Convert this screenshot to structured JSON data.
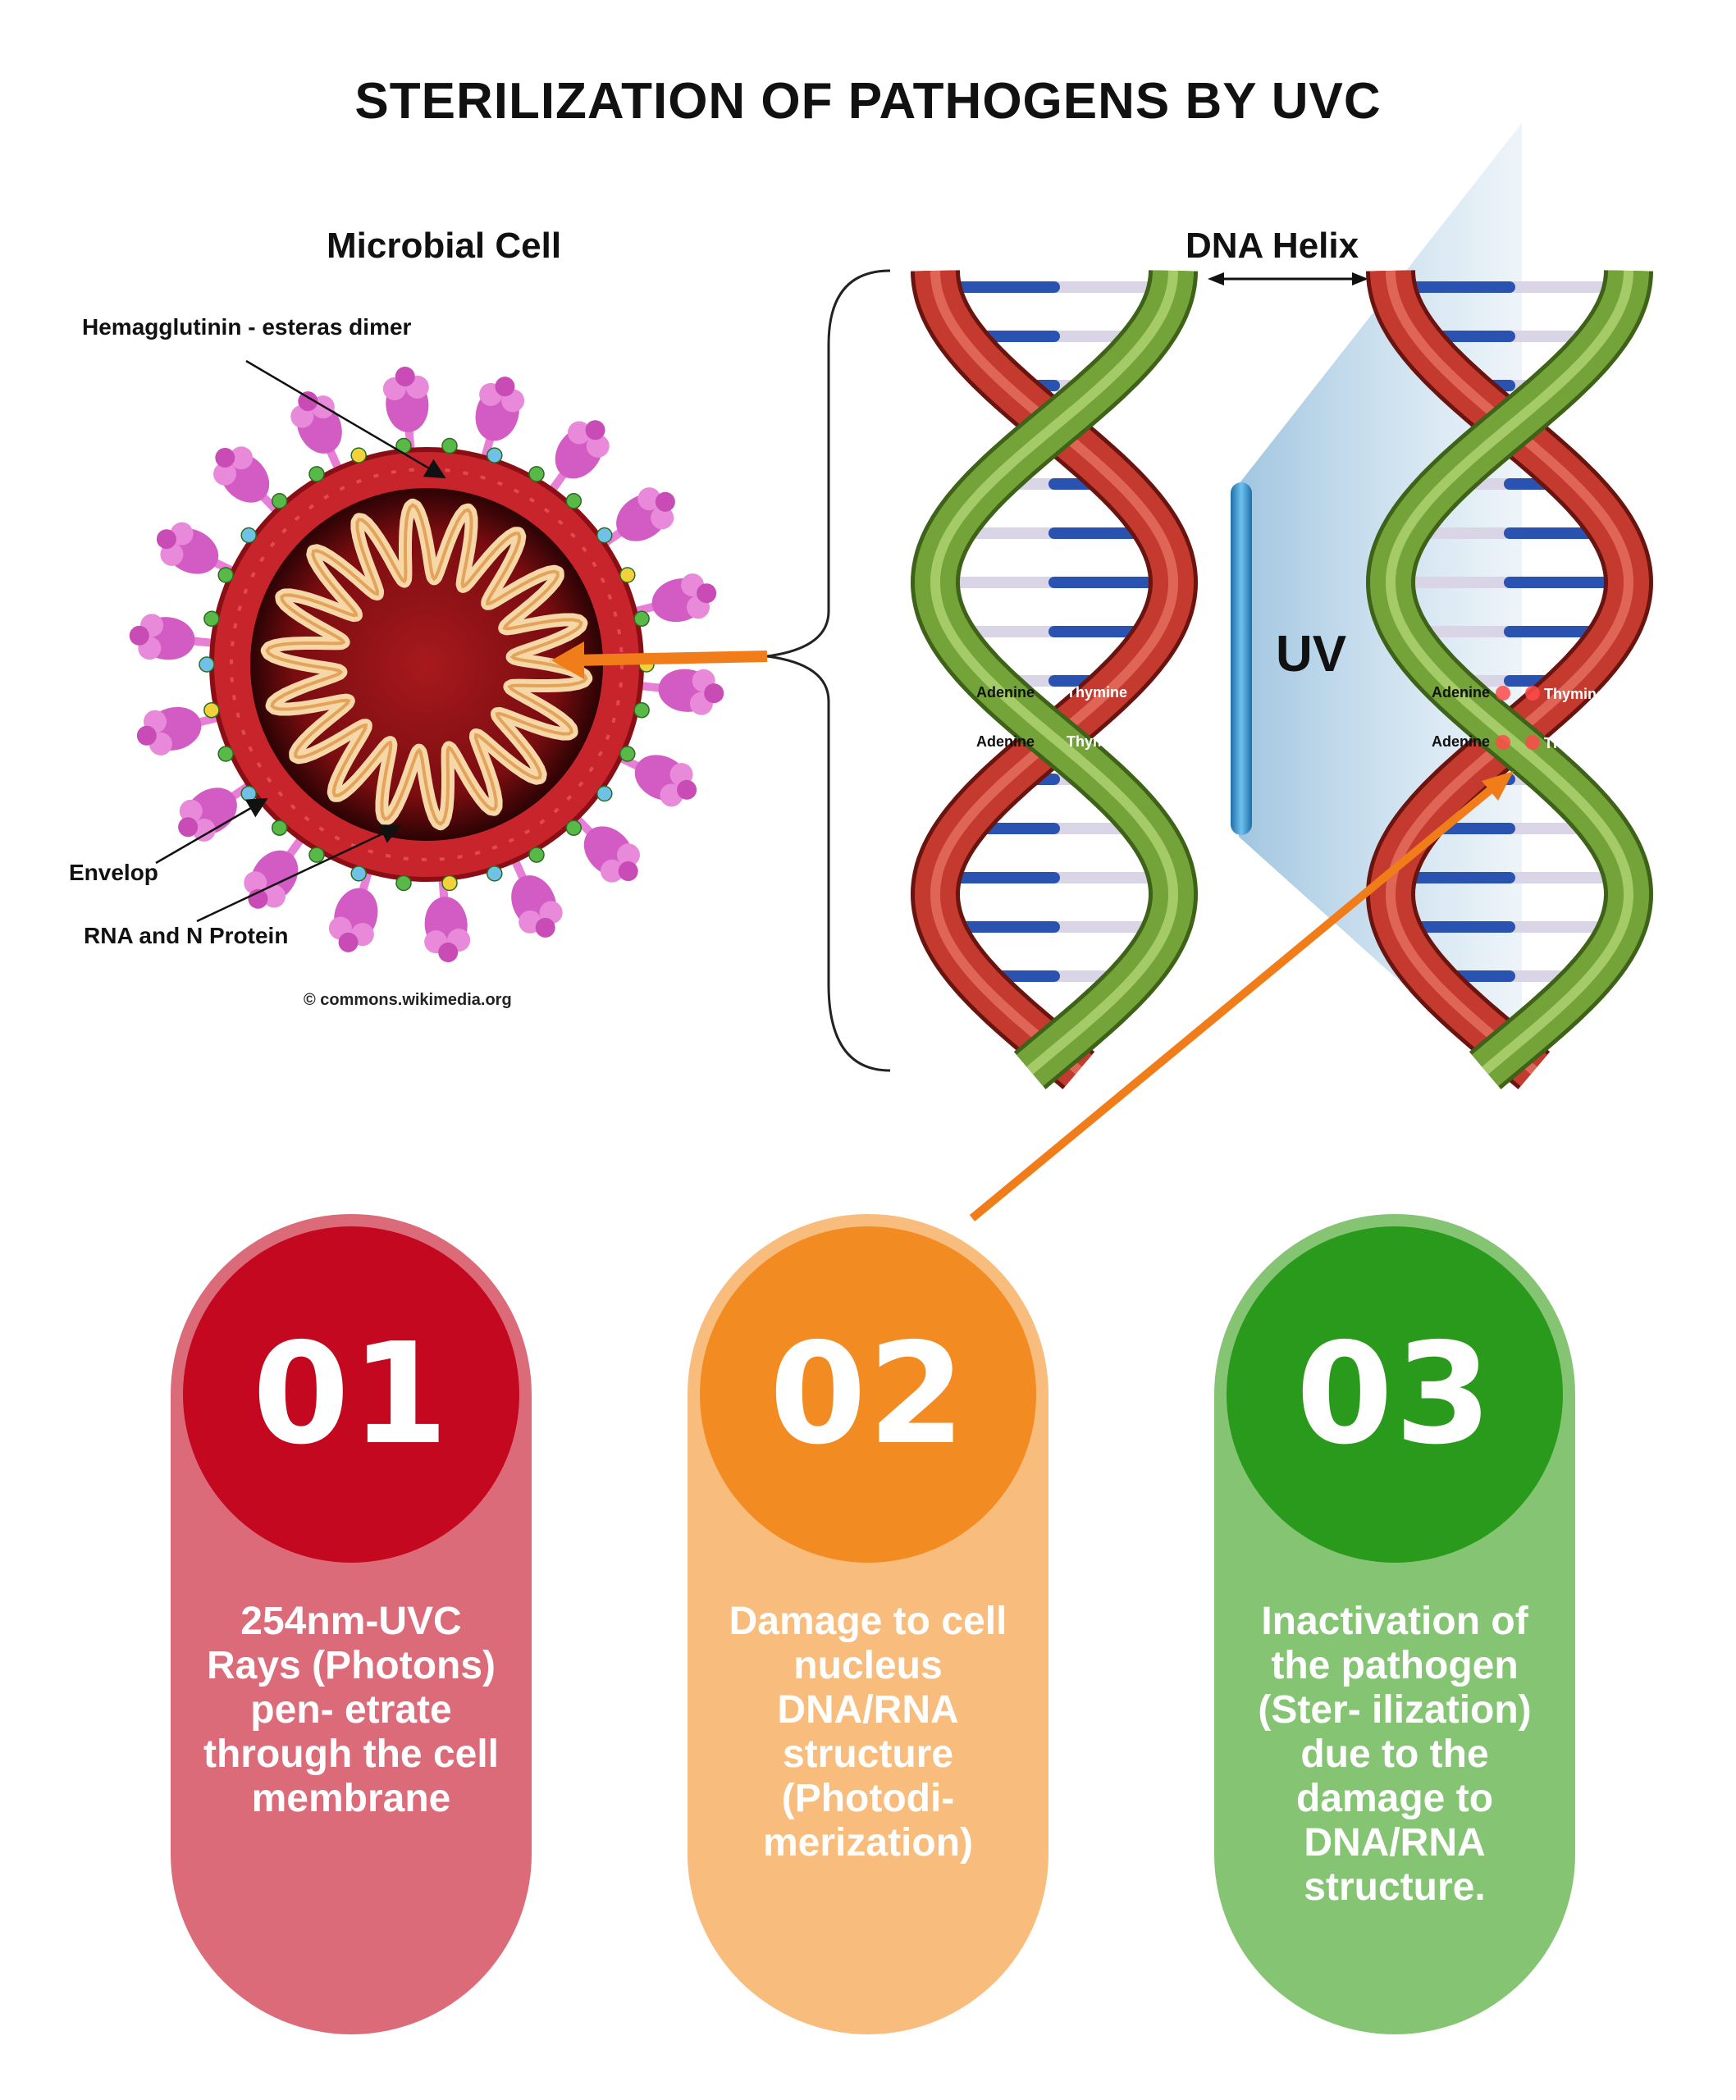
{
  "title": "STERILIZATION OF PATHOGENS BY UVC",
  "microbial_cell": {
    "heading": "Microbial Cell",
    "label_hemagglutinin": "Hemagglutinin - esteras dimer",
    "label_envelop": "Envelop",
    "label_rna": "RNA and N Protein",
    "credit": "© commons.wikimedia.org"
  },
  "dna": {
    "heading": "DNA Helix",
    "uv_label": "UV",
    "base_a": "Adenine",
    "base_t": "Thymine"
  },
  "steps": [
    {
      "number": "01",
      "text": "254nm-UVC Rays (Photons) pen- etrate through the cell membrane",
      "color": "#c3081f",
      "pill_color": "#dc6b7a"
    },
    {
      "number": "02",
      "text": "Damage to cell nucleus DNA/RNA structure (Photodi- merization)",
      "color": "#f38b23",
      "pill_color": "#f8bc7d"
    },
    {
      "number": "03",
      "text": "Inactivation of the pathogen (Ster- ilization) due to the damage to DNA/RNA structure.",
      "color": "#2a9a1c",
      "pill_color": "#84c473"
    }
  ],
  "colors": {
    "strand_red": "#c53a2e",
    "strand_green": "#74a33a",
    "rung_blue": "#2a52b0",
    "uv_lamp": "#3a9ad4",
    "arrow_orange": "#f07d1a"
  }
}
